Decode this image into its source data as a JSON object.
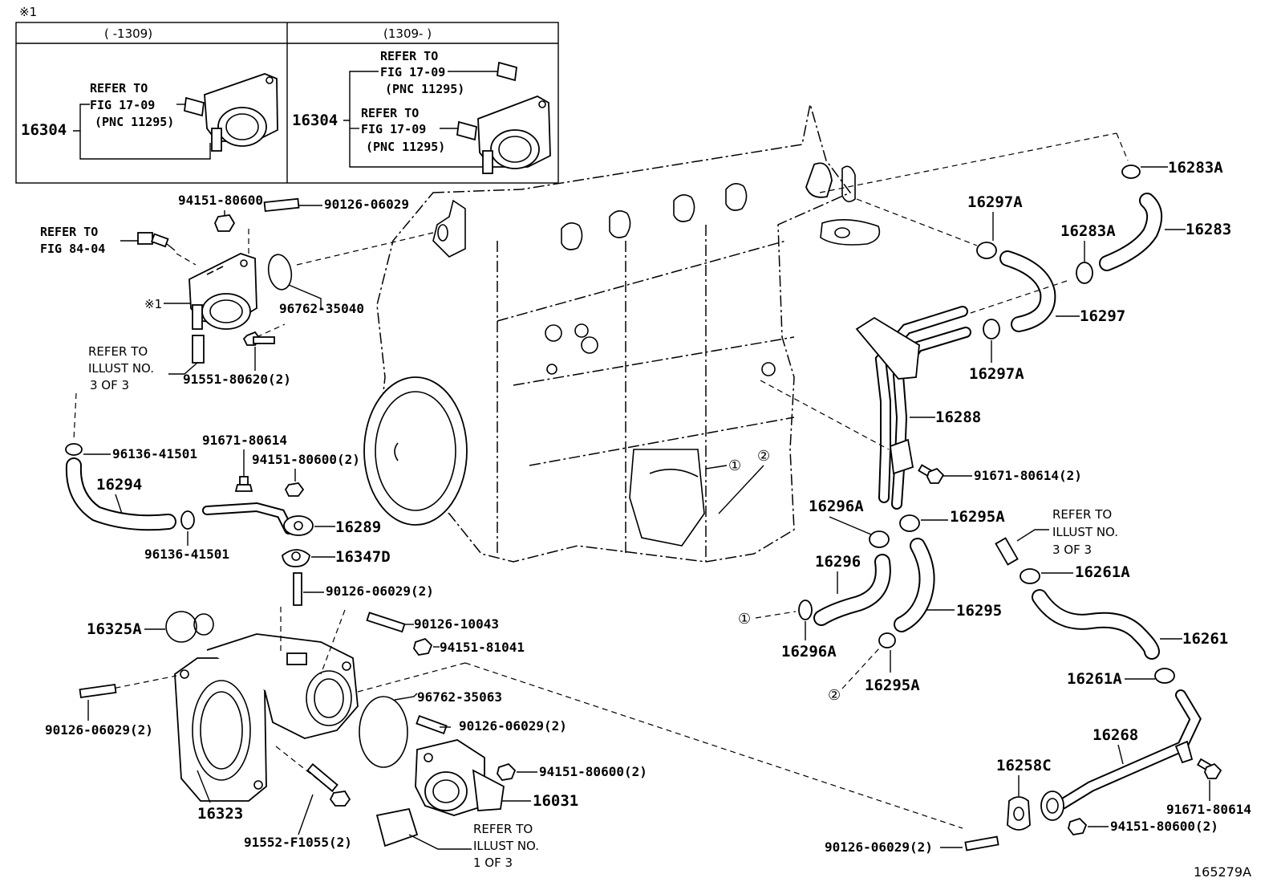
{
  "inset": {
    "mark": "※1",
    "left_header": "(    -1309)",
    "right_header": "(1309-    )",
    "left_part": "16304",
    "right_part": "16304",
    "refer_to": "REFER TO",
    "fig_ref": "FIG 17-09",
    "pnc_ref": "(PNC 11295)"
  },
  "labels": {
    "p94151_80600": "94151-80600",
    "p90126_06029": "90126-06029",
    "refer_fig84_a": "REFER TO",
    "refer_fig84_b": "FIG 84-04",
    "mark1": "※1",
    "p96762_35040": "96762-35040",
    "refer_illust_a": "REFER TO",
    "refer_illust_b": "ILLUST NO.",
    "refer_illust_c": "3 OF 3",
    "p91551_80620": "91551-80620(2)",
    "p96136_41501_top": "96136-41501",
    "p91671_80614": "91671-80614",
    "p94151_80600_2": "94151-80600(2)",
    "p16294": "16294",
    "p16289": "16289",
    "p96136_41501_bot": "96136-41501",
    "p16347D": "16347D",
    "p90126_06029_2a": "90126-06029(2)",
    "p16325A": "16325A",
    "p90126_10043": "90126-10043",
    "p94151_81041": "94151-81041",
    "p96762_35063": "96762-35063",
    "p90126_06029_2b": "90126-06029(2)",
    "p90126_06029_2c": "90126-06029(2)",
    "p94151_80600_2b": "94151-80600(2)",
    "p16031": "16031",
    "p16323": "16323",
    "p91552_F1055": "91552-F1055(2)",
    "refer_illust1_a": "REFER TO",
    "refer_illust1_b": "ILLUST NO.",
    "refer_illust1_c": "1 OF 3",
    "p16283A_top": "16283A",
    "p16297A_top": "16297A",
    "p16283A_mid": "16283A",
    "p16283": "16283",
    "p16297": "16297",
    "p16297A_bot": "16297A",
    "p16288": "16288",
    "p91671_80614_2": "91671-80614(2)",
    "p16296A_top": "16296A",
    "p16295A_top": "16295A",
    "refer_illust3_a": "REFER TO",
    "refer_illust3_b": "ILLUST NO.",
    "refer_illust3_c": "3 OF 3",
    "p16261A_top": "16261A",
    "p16296": "16296",
    "p16295": "16295",
    "p16261": "16261",
    "p16296A_bot": "16296A",
    "p16295A_bot": "16295A",
    "p16261A_bot": "16261A",
    "p16268": "16268",
    "p16258C": "16258C",
    "p91671_80614_r": "91671-80614",
    "p94151_80600_2c": "94151-80600(2)",
    "p90126_06029_2d": "90126-06029(2)",
    "circ1": "①",
    "circ2": "②",
    "circ1b": "①",
    "circ2b": "②",
    "diagram_id": "165279A"
  }
}
